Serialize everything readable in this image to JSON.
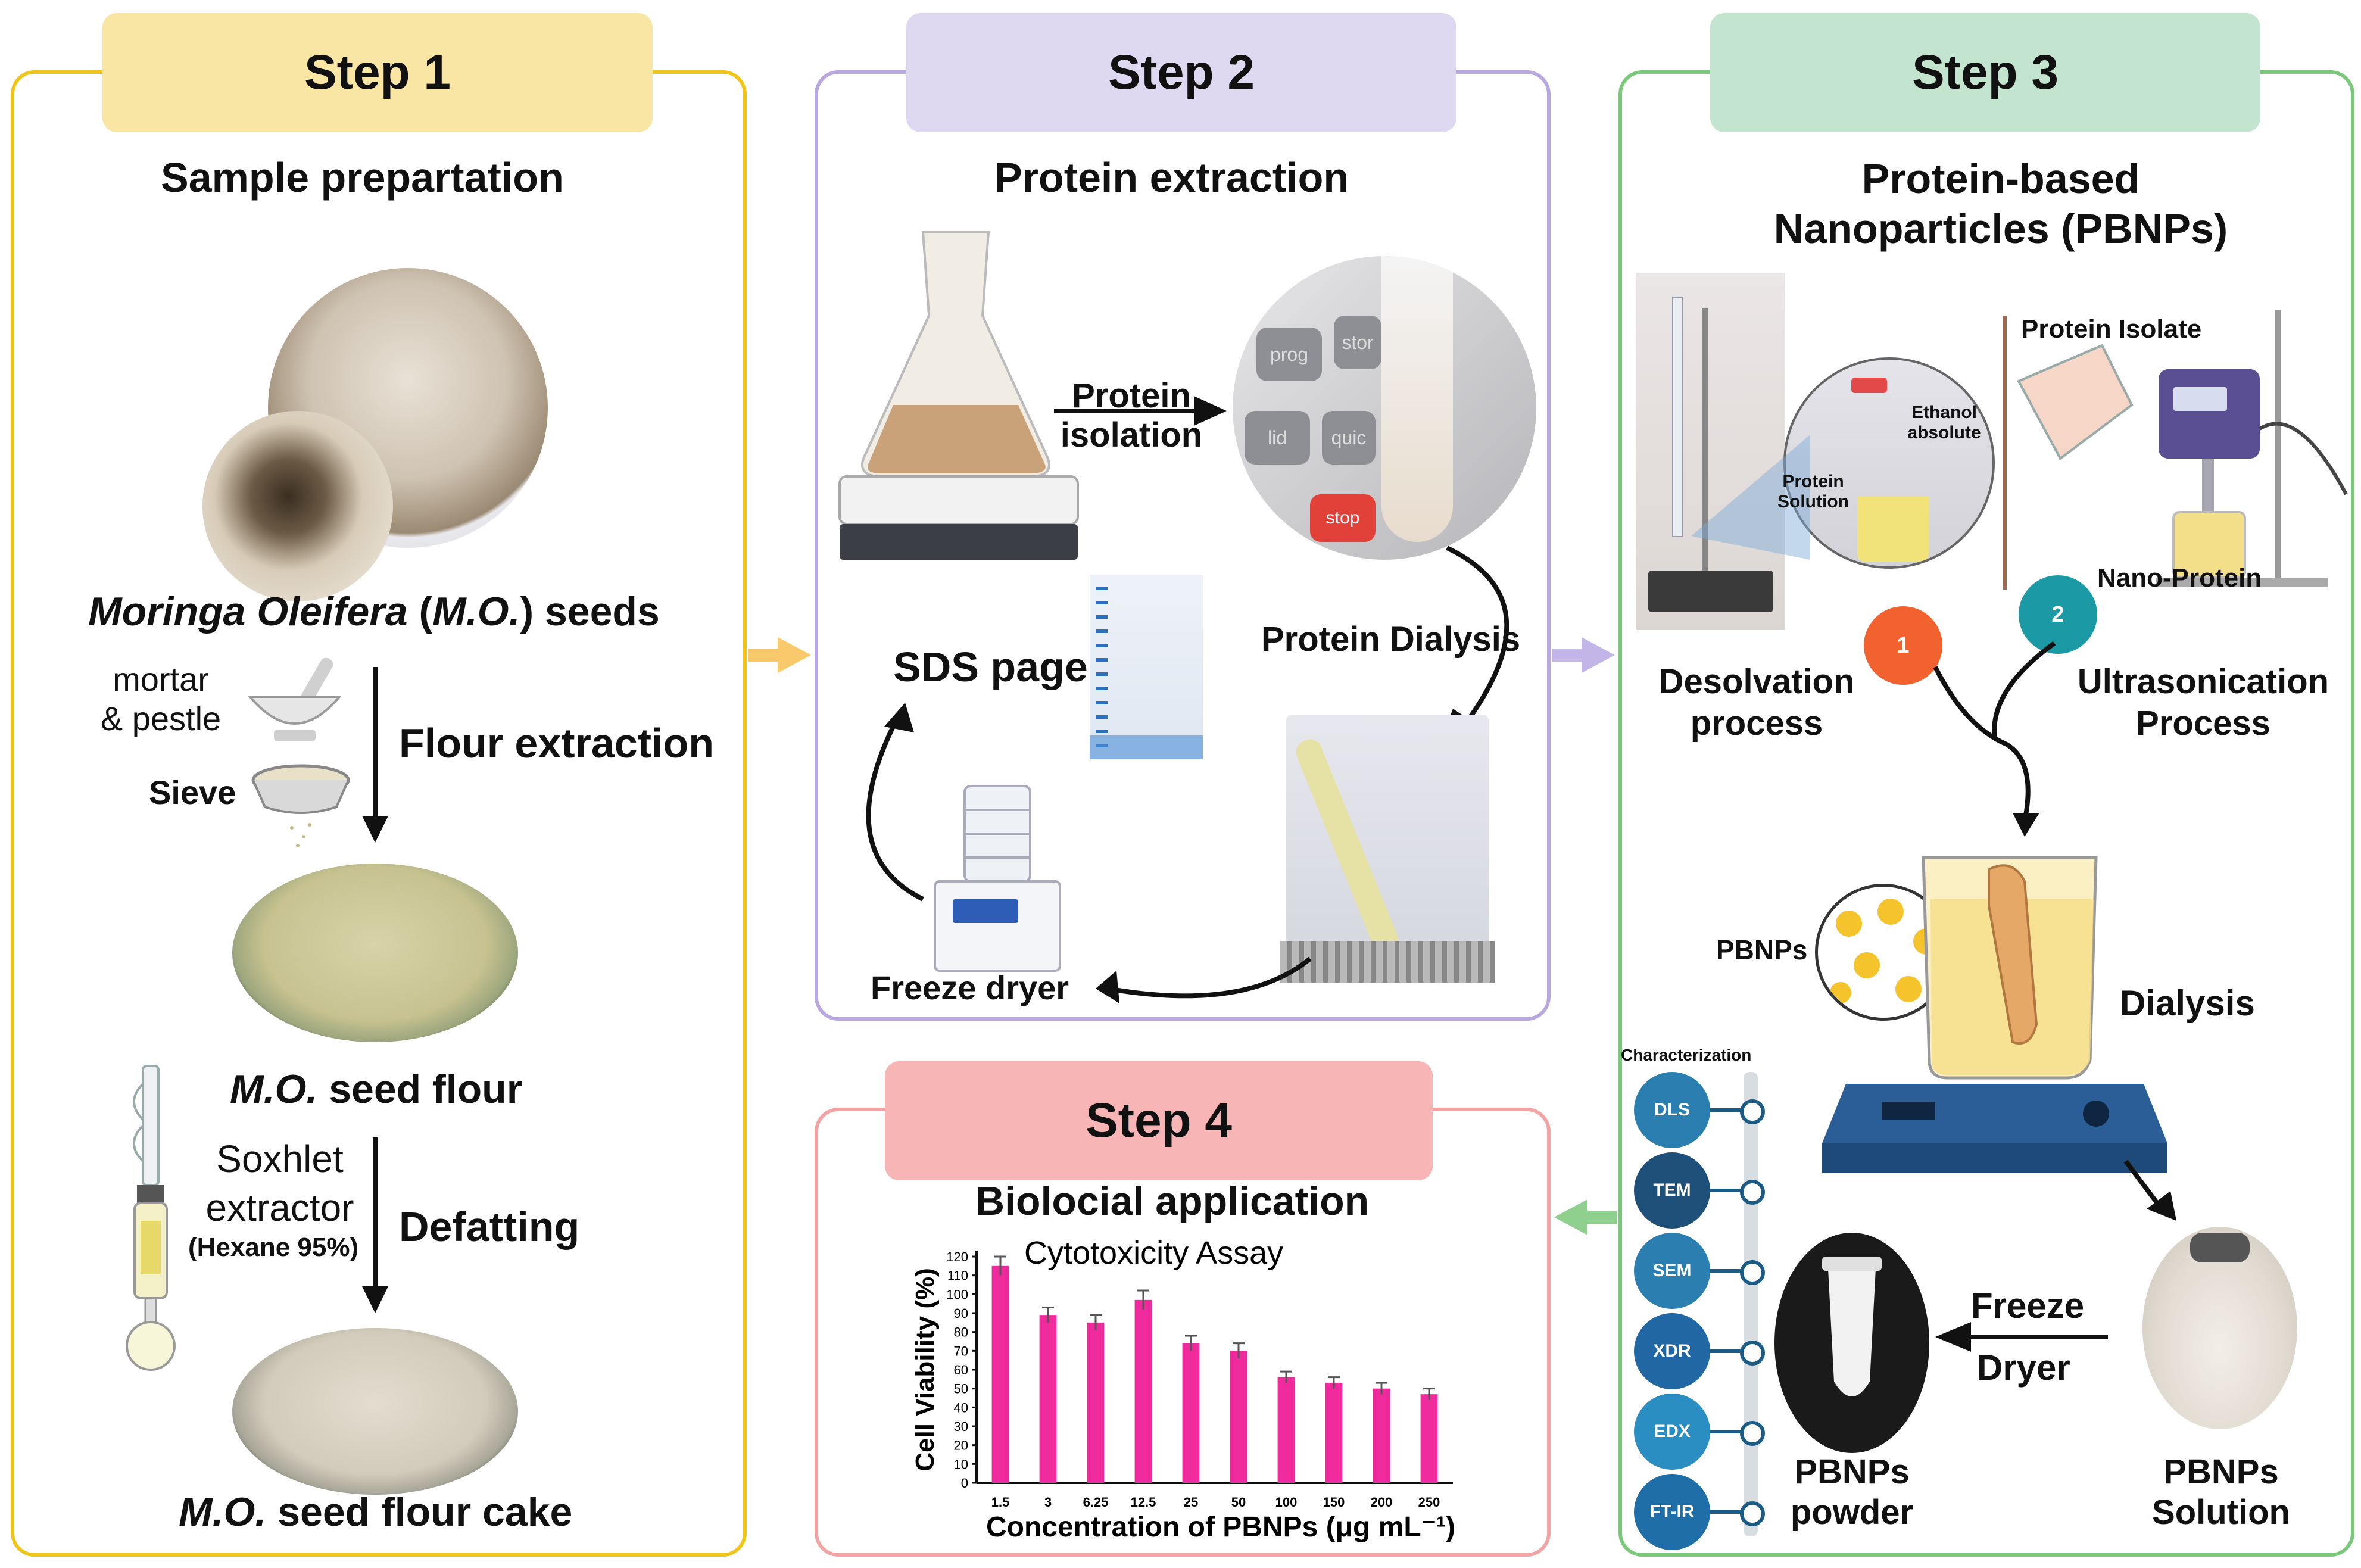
{
  "steps": {
    "s1": {
      "tab": "Step 1",
      "title": "Sample prepartation"
    },
    "s2": {
      "tab": "Step 2",
      "title": "Protein extraction"
    },
    "s3": {
      "tab": "Step 3",
      "title_l1": "Protein-based",
      "title_l2": "Nanoparticles (PBNPs)"
    },
    "s4": {
      "tab": "Step 4",
      "title": "Biolocial application"
    }
  },
  "step1": {
    "seeds_italic": "Moringa Oleifera",
    "seeds_paren_open": " (",
    "seeds_abbr": "M.O.",
    "seeds_rest": ") seeds",
    "mortar_l1": "mortar",
    "mortar_l2": "& pestle",
    "sieve": "Sieve",
    "flour_extraction": "Flour extraction",
    "flour_abbr": "M.O.",
    "flour_rest": " seed flour",
    "soxhlet_l1": "Soxhlet",
    "soxhlet_l2": "extractor",
    "hexane": "(Hexane 95%)",
    "defatting": "Defatting",
    "cake_abbr": "M.O.",
    "cake_rest": " seed flour cake"
  },
  "step2": {
    "isolation_l1": "Protein",
    "isolation_l2": "isolation",
    "dialysis": "Protein Dialysis",
    "sds": "SDS page",
    "freeze": "Freeze dryer",
    "buttons": {
      "prog": "prog",
      "stor": "stor",
      "lid": "lid",
      "quic": "quic",
      "stop": "stop"
    }
  },
  "step3": {
    "protein_isolate": "Protein Isolate",
    "ethanol_l1": "Ethanol",
    "ethanol_l2": "absolute",
    "solution_l1": "Protein",
    "solution_l2": "Solution",
    "nano_protein": "Nano-Protein",
    "badge1": "1",
    "badge2": "2",
    "desolvation_l1": "Desolvation",
    "desolvation_l2": "process",
    "ultra_l1": "Ultrasonication",
    "ultra_l2": "Process",
    "pbnps": "PBNPs",
    "dialysis": "Dialysis",
    "characterization": "Characterization",
    "techniques": [
      "DLS",
      "TEM",
      "SEM",
      "XDR",
      "EDX",
      "FT-IR"
    ],
    "technique_colors": [
      "#2a7fb0",
      "#1d4f78",
      "#2a7fb0",
      "#2167a3",
      "#2a8ec2",
      "#1f6ea8"
    ],
    "freeze_l1": "Freeze",
    "freeze_l2": "Dryer",
    "powder_l1": "PBNPs",
    "powder_l2": "powder",
    "solution2_l1": "PBNPs",
    "solution2_l2": "Solution"
  },
  "chart_data": {
    "type": "bar",
    "title": "Cytotoxicity Assay",
    "xlabel": "Concentration of PBNPs (μg mL⁻¹)",
    "ylabel": "Cell Viability (%)",
    "categories": [
      "1.5",
      "3",
      "6.25",
      "12.5",
      "25",
      "50",
      "100",
      "150",
      "200",
      "250"
    ],
    "values": [
      115,
      89,
      85,
      97,
      74,
      70,
      56,
      53,
      50,
      47
    ],
    "errors": [
      5,
      4,
      4,
      5,
      4,
      4,
      3,
      3,
      3,
      3
    ],
    "ylim": [
      0,
      120
    ],
    "yticks": [
      "0",
      "10",
      "20",
      "30",
      "40",
      "50",
      "60",
      "70",
      "80",
      "90",
      "100",
      "110",
      "120"
    ],
    "bar_color": "#ee2a9c"
  },
  "colors": {
    "step1": "#f0c419",
    "step2": "#b9a7e0",
    "step3": "#7ac87a",
    "step4": "#f2a4a4",
    "badge1": "#f2622e",
    "badge2": "#1b9aa6"
  }
}
